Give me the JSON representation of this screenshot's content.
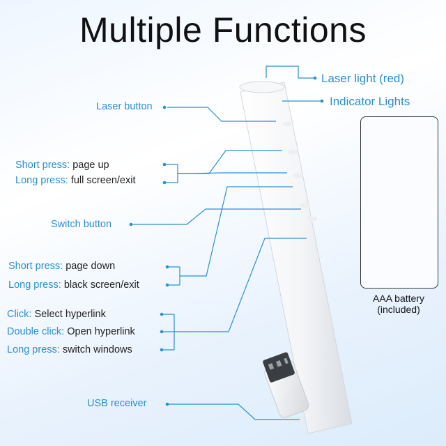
{
  "title": "Multiple Functions",
  "callouts": {
    "laser_light": "Laser light (red)",
    "indicator_lights": "Indicator Lights",
    "laser_button": "Laser button",
    "switch_button": "Switch button",
    "usb_receiver": "USB receiver"
  },
  "group1": [
    {
      "label": "Short press:",
      "action": "page up"
    },
    {
      "label": "Long press:",
      "action": "full screen/exit"
    }
  ],
  "group2": [
    {
      "label": "Short press:",
      "action": "page down"
    },
    {
      "label": "Long press:",
      "action": "black screen/exit"
    }
  ],
  "group3": [
    {
      "label": "Click:",
      "action": "Select hyperlink"
    },
    {
      "label": "Double click:",
      "action": "Open hyperlink"
    },
    {
      "label": "Long press:",
      "action": "switch windows"
    }
  ],
  "battery": {
    "line1": "AAA battery",
    "line2": "(included)"
  },
  "colors": {
    "accent": "#2b8fd0",
    "text": "#222222"
  }
}
